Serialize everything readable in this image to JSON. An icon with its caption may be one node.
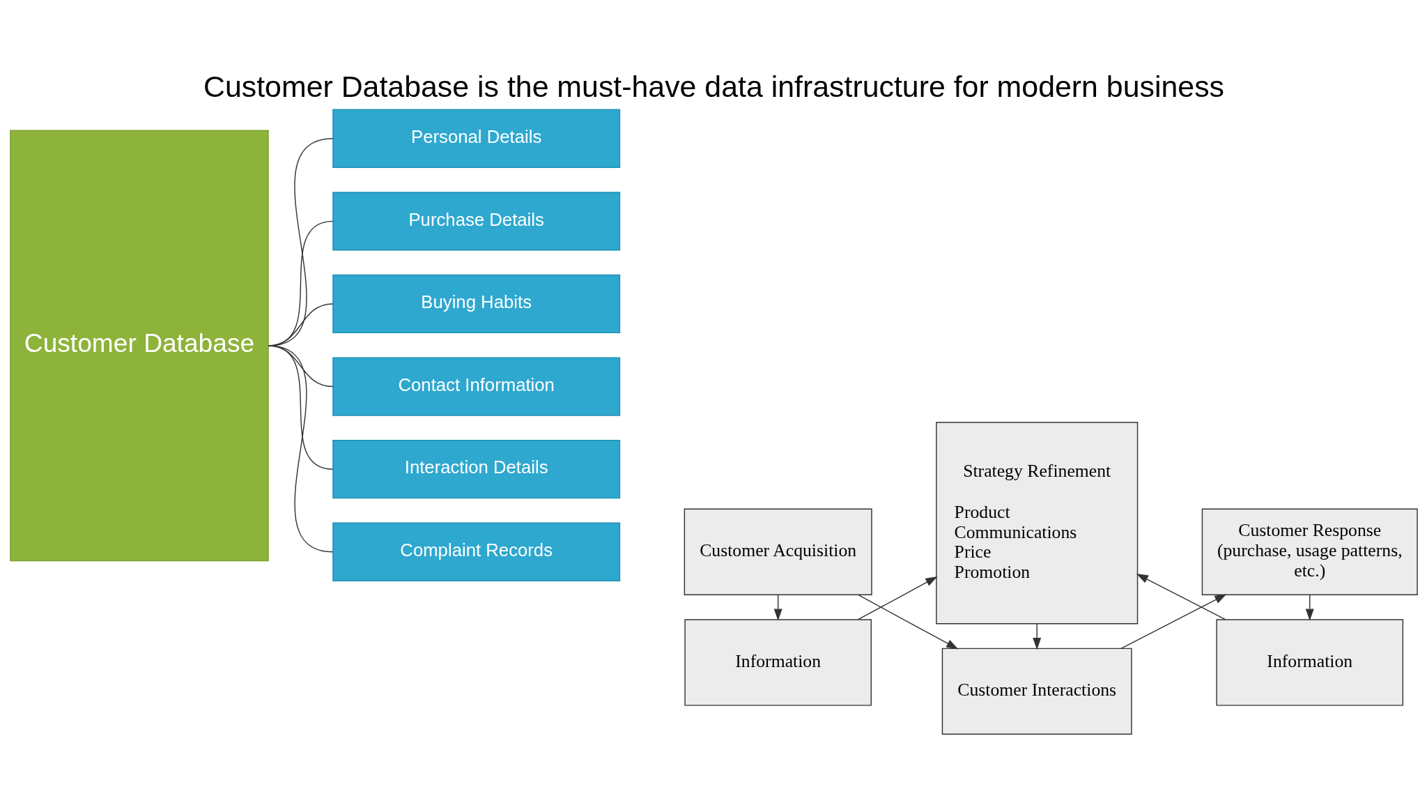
{
  "diagram": {
    "title": "Customer Database is the must-have data infrastructure for modern business",
    "nodes": [
      {
        "text": [
          "Customer Database"
        ]
      },
      {
        "text": [
          "Personal Details"
        ]
      },
      {
        "text": [
          "Purchase Details"
        ]
      },
      {
        "text": [
          "Buying Habits"
        ]
      },
      {
        "text": [
          "Contact Information"
        ]
      },
      {
        "text": [
          "Interaction Details"
        ]
      },
      {
        "text": [
          "Complaint Records"
        ]
      },
      {
        "text": [
          "Customer Acquisition"
        ]
      },
      {
        "text": [
          "Customer Interactions"
        ]
      },
      {
        "text": [
          "Customer Response (purchase, usage patterns, etc.)"
        ]
      },
      {
        "text": [
          "Strategy Refinement",
          "Product",
          "Communications",
          "Price",
          "Promotion"
        ]
      },
      {
        "text": [
          "Information"
        ]
      },
      {
        "text": [
          "Information"
        ]
      }
    ],
    "edges": [
      {
        "from": 0,
        "to": 1,
        "arrow": "none"
      },
      {
        "from": 0,
        "to": 2,
        "arrow": "none"
      },
      {
        "from": 0,
        "to": 3,
        "arrow": "none"
      },
      {
        "from": 0,
        "to": 4,
        "arrow": "none"
      },
      {
        "from": 0,
        "to": 5,
        "arrow": "none"
      },
      {
        "from": 0,
        "to": 6,
        "arrow": "none"
      },
      {
        "from": 7,
        "to": 8,
        "arrow": "to"
      },
      {
        "from": 8,
        "to": 9,
        "arrow": "to"
      },
      {
        "from": 7,
        "to": 11,
        "arrow": "to"
      },
      {
        "from": 9,
        "to": 12,
        "arrow": "to"
      },
      {
        "from": 11,
        "to": 10,
        "arrow": "to"
      },
      {
        "from": 12,
        "to": 10,
        "arrow": "to"
      },
      {
        "from": 10,
        "to": 8,
        "arrow": "to"
      }
    ]
  }
}
